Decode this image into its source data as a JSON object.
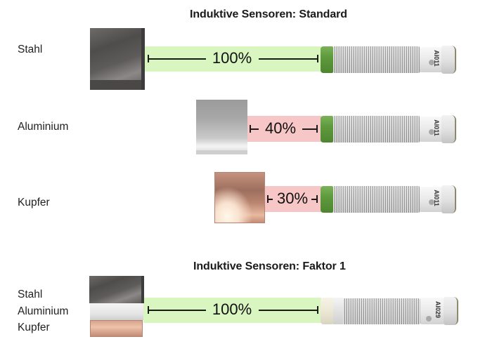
{
  "sections": [
    {
      "title": "Induktive Sensoren: Standard",
      "rows": [
        {
          "material": "Stahl",
          "percent": "100%",
          "bar_color": "#d9f5c0",
          "sensor_code": "AI011"
        },
        {
          "material": "Aluminium",
          "percent": "40%",
          "bar_color": "#f7c6c6",
          "sensor_code": "AI011"
        },
        {
          "material": "Kupfer",
          "percent": "30%",
          "bar_color": "#f7c6c6",
          "sensor_code": "AI011"
        }
      ]
    },
    {
      "title": "Induktive Sensoren: Faktor 1",
      "rows": [
        {
          "materials": [
            "Stahl",
            "Aluminium",
            "Kupfer"
          ],
          "percent": "100%",
          "bar_color": "#d9f5c0",
          "sensor_code": "AI029"
        }
      ]
    }
  ],
  "colors": {
    "green_bar": "#d9f5c0",
    "pink_bar": "#f7c6c6",
    "sensor_collar_green": "#5f9a3d",
    "sensor_collar_cream": "#ece8d6"
  }
}
